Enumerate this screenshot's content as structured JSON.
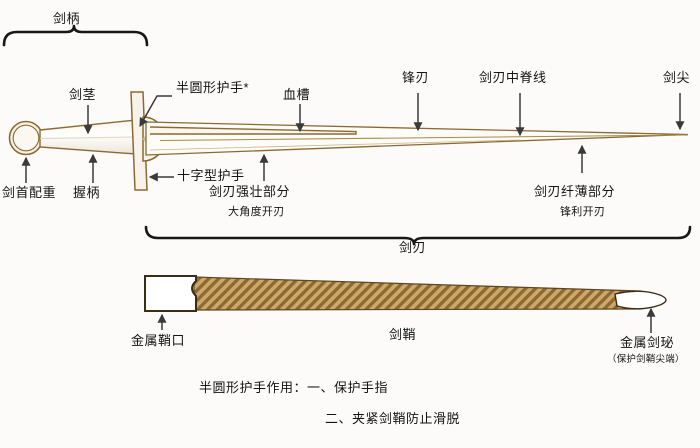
{
  "diagram": {
    "title_top_bracket": "剑柄",
    "title_bottom_bracket": "剑刃",
    "colors": {
      "metal_outline": "#8a6a33",
      "metal_fill": "#f3efe6",
      "scabbard_hatch": "#8a6a33",
      "scabbard_base": "#c9a063",
      "text": "#141414",
      "arrow": "#3a3a3a",
      "background": "#fcfbf9"
    }
  },
  "labels": {
    "hilt_bracket": "剑柄",
    "blade_bracket": "剑刃",
    "pommel": "剑首配重",
    "grip": "握柄",
    "tang": "剑茎",
    "side_ring_guard": "半圆形护手*",
    "cross_guard": "十字型护手",
    "fuller": "血槽",
    "strong_part": "剑刃强壮部分",
    "strong_part_sub": "大角度开刃",
    "edge": "锋刃",
    "midrib": "剑刃中脊线",
    "thin_part": "剑刃纤薄部分",
    "thin_part_sub": "锋利开刃",
    "point": "剑尖",
    "scabbard_mouth": "金属鞘口",
    "scabbard": "剑鞘",
    "chape": "金属剑珌",
    "chape_sub": "（保护剑鞘尖端）"
  },
  "footnotes": {
    "line1": "半圆形护手作用：一、保护手指",
    "line2": "二、夹紧剑鞘防止滑脱"
  }
}
